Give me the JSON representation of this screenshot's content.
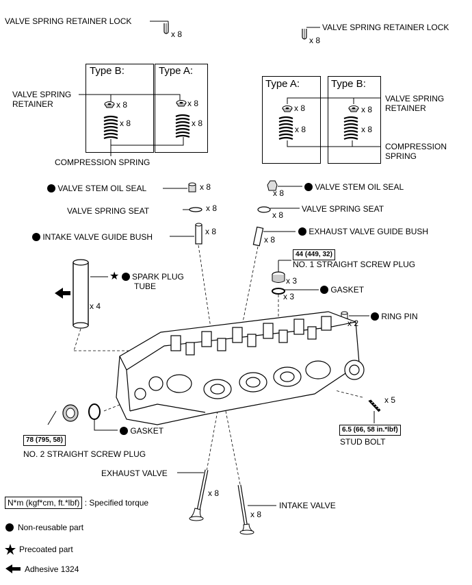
{
  "labels": {
    "vsrl_left": "VALVE SPRING RETAINER LOCK",
    "vsrl_right": "VALVE SPRING RETAINER LOCK",
    "vsr_left_1": "VALVE SPRING",
    "vsr_left_2": "RETAINER",
    "vsr_right_1": "VALVE SPRING",
    "vsr_right_2": "RETAINER",
    "cs_left": "COMPRESSION SPRING",
    "cs_right_1": "COMPRESSION",
    "cs_right_2": "SPRING",
    "vsos_left": "VALVE STEM OIL SEAL",
    "vsos_right": "VALVE STEM OIL SEAL",
    "vss_left": "VALVE SPRING SEAT",
    "vss_right": "VALVE SPRING SEAT",
    "ivgb": "INTAKE VALVE GUIDE BUSH",
    "evgb": "EXHAUST VALVE GUIDE BUSH",
    "spt_1": "SPARK PLUG",
    "spt_2": "TUBE",
    "no1_plug": "NO. 1 STRAIGHT SCREW PLUG",
    "gasket_right": "GASKET",
    "ring_pin": "RING PIN",
    "gasket_left": "GASKET",
    "no2_plug": "NO. 2 STRAIGHT SCREW PLUG",
    "stud_bolt": "STUD BOLT",
    "exhaust_valve": "EXHAUST VALVE",
    "intake_valve": "INTAKE VALVE"
  },
  "types": {
    "left_b": "Type B:",
    "left_a": "Type A:",
    "right_a": "Type A:",
    "right_b": "Type B:"
  },
  "quantities": {
    "vsrl_left": "x 8",
    "vsrl_right": "x 8",
    "vsr_left_b": "x 8",
    "vsr_left_a": "x 8",
    "cs_left_b": "x 8",
    "cs_left_a": "x 8",
    "vsr_right_a": "x 8",
    "vsr_right_b": "x 8",
    "cs_right_a": "x 8",
    "cs_right_b": "x 8",
    "vsos_left": "x 8",
    "vsos_right": "x 8",
    "vss_left": "x 8",
    "vss_right": "x 8",
    "ivgb": "x 8",
    "evgb": "x 8",
    "spt": "x 4",
    "no1_plug": "x 3",
    "gasket_right": "x 3",
    "ring_pin": "x 2",
    "stud_bolt": "x 5",
    "exhaust_valve": "x 8",
    "intake_valve": "x 8"
  },
  "torques": {
    "no1_plug": "44 (449, 32)",
    "no2_plug": "78 (795, 58)",
    "stud_bolt": "6.5 (66, 58 in.*lbf)"
  },
  "legend": {
    "torque_unit": "N*m (kgf*cm, ft.*lbf)",
    "torque_desc": ": Specified torque",
    "non_reusable": "Non-reusable part",
    "precoated": "Precoated part",
    "adhesive": "Adhesive 1324"
  },
  "icons": {
    "non_reusable": "filled-circle-icon",
    "precoated": "star-icon",
    "adhesive": "arrow-left-icon"
  }
}
